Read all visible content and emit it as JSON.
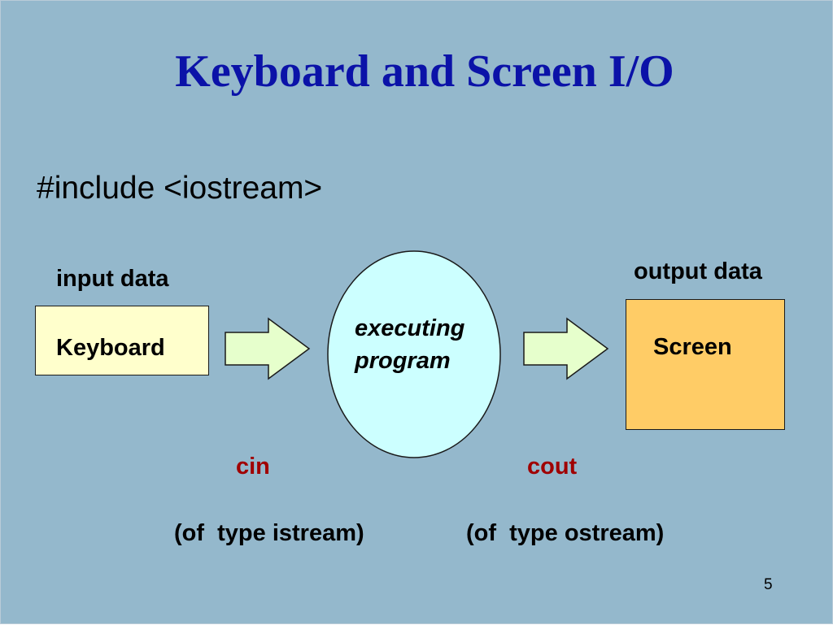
{
  "slide": {
    "title": "Keyboard and Screen I/O",
    "include_line": "#include <iostream>",
    "input_label": "input data",
    "output_label": "output data",
    "keyboard": "Keyboard",
    "screen": "Screen",
    "program_line1": "executing",
    "program_line2": "program",
    "cin": "cin",
    "cout": "cout",
    "cin_type": "(of  type istream)",
    "cout_type": "(of  type ostream)",
    "page_number": "5"
  },
  "colors": {
    "background": "#94b8cc",
    "title": "#0b12a8",
    "keyboard_fill": "#ffffcc",
    "screen_fill": "#ffcc66",
    "program_fill": "#ccffff",
    "arrow_fill": "#e6ffcc",
    "stream_text": "#a00000"
  }
}
